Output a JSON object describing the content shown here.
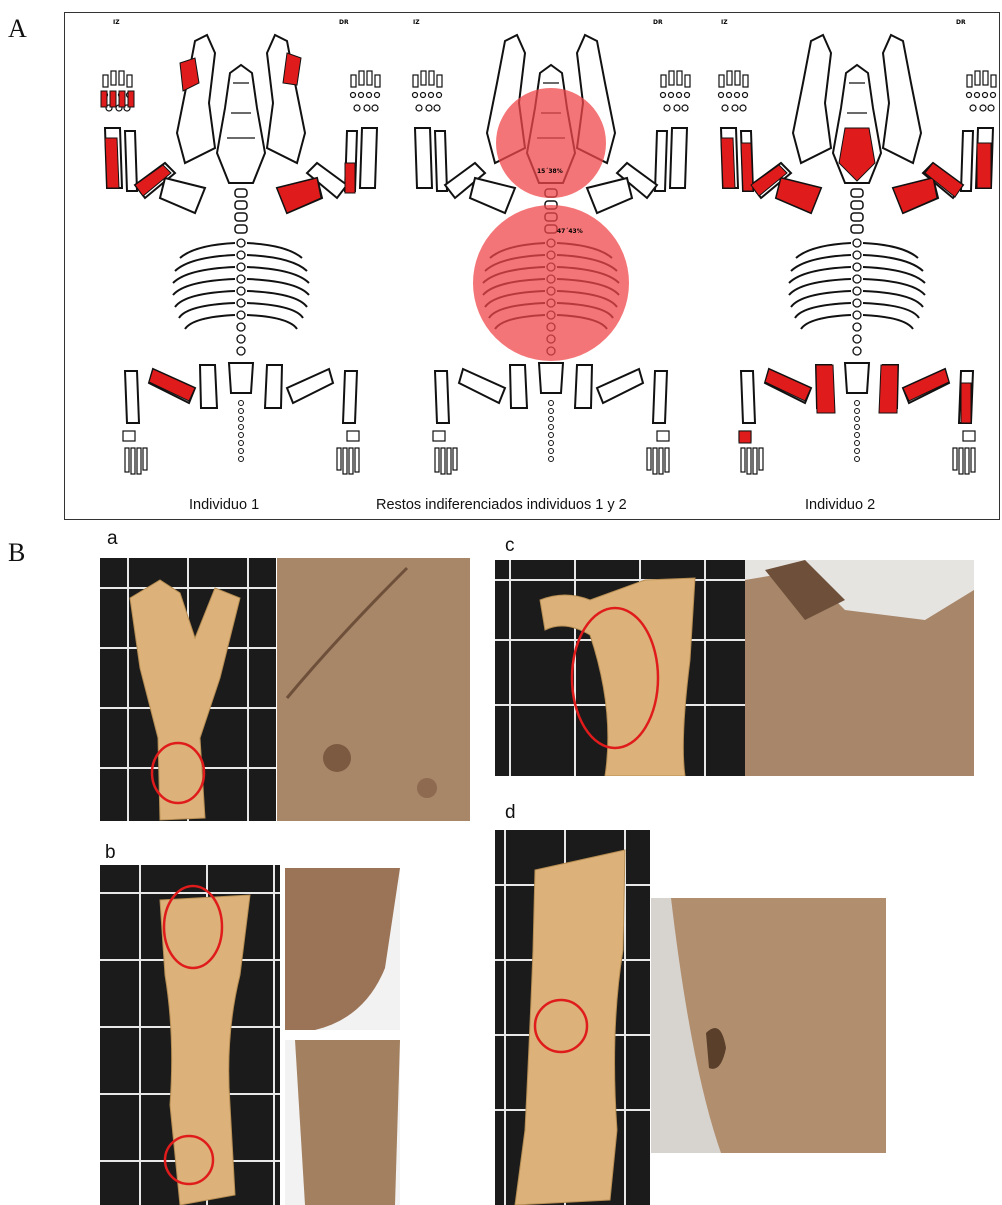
{
  "panels": {
    "A": {
      "label": "A",
      "individuals": [
        {
          "caption": "Individuo 1",
          "left": "IZ",
          "right": "DR"
        },
        {
          "caption": "Restos indiferenciados individuos 1 y 2",
          "left": "IZ",
          "right": "DR",
          "cranial_pct": "15´38%",
          "thoracic_pct": "47´43%"
        },
        {
          "caption": "Individuo 2",
          "left": "IZ",
          "right": "DR"
        }
      ]
    },
    "B": {
      "label": "B",
      "photos": [
        {
          "id": "a",
          "label": "a"
        },
        {
          "id": "b",
          "label": "b"
        },
        {
          "id": "c",
          "label": "c"
        },
        {
          "id": "d",
          "label": "d"
        }
      ]
    }
  },
  "colors": {
    "highlight": "#e01b1b",
    "overlay": "#f0474a",
    "grid_bg": "#1b1b1b",
    "bone": "#dcb27a"
  }
}
